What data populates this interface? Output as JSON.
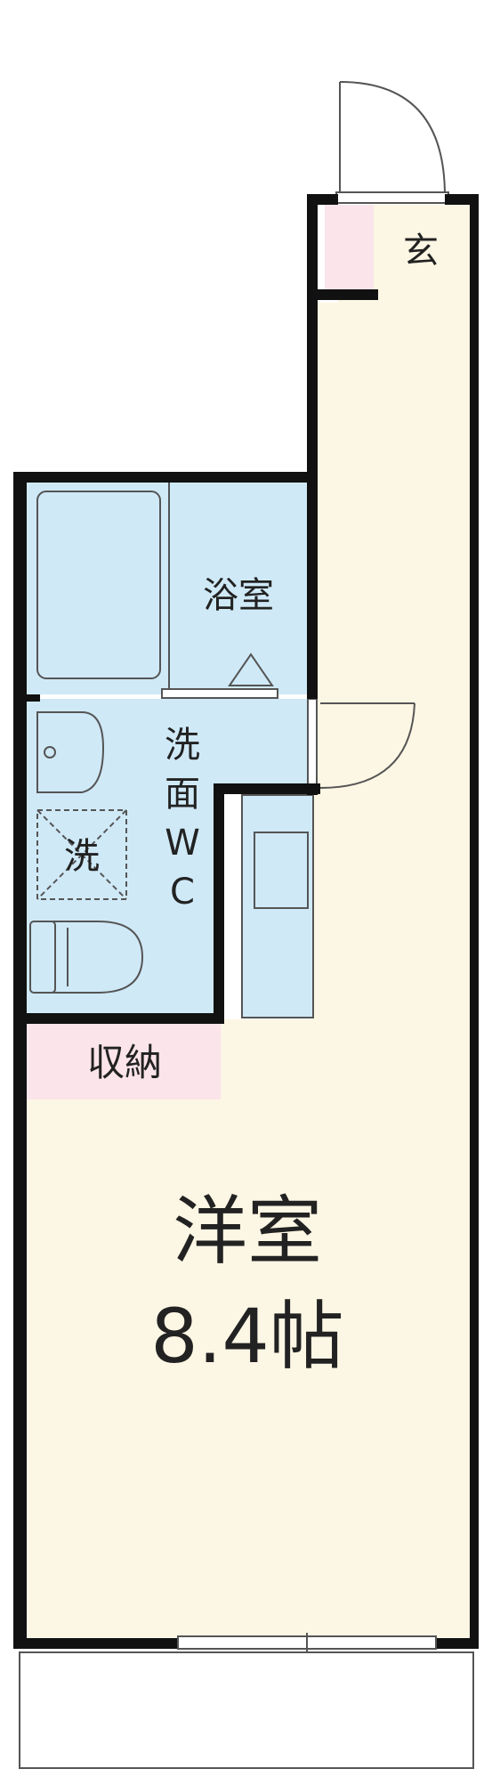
{
  "rooms": {
    "genkan": {
      "label": "玄"
    },
    "bath": {
      "label": "浴室"
    },
    "washroom": {
      "label_line1": "洗",
      "label_line2": "面",
      "label_line3": "W",
      "label_line4": "C"
    },
    "washer": {
      "label": "洗"
    },
    "storage": {
      "label": "収納"
    },
    "western_room": {
      "label": "洋室",
      "size": "8.4帖"
    }
  },
  "colors": {
    "wall": "#111111",
    "western_room_fill": "#fcf6e4",
    "wet_area_fill": "#cfe9f7",
    "storage_fill": "#fbe4ea",
    "fixture_stroke": "#555555"
  }
}
